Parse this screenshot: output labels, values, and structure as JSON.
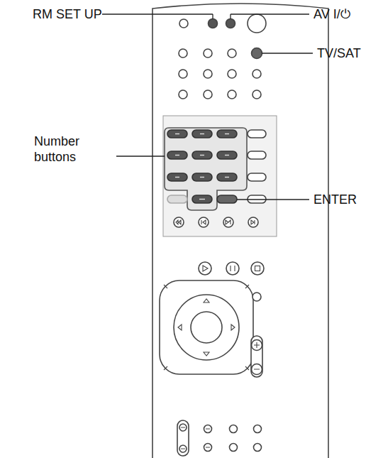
{
  "diagram": {
    "labels": [
      "RM SET UP",
      "AV I/⏻",
      "TV/SAT",
      "Number buttons",
      "ENTER"
    ]
  }
}
